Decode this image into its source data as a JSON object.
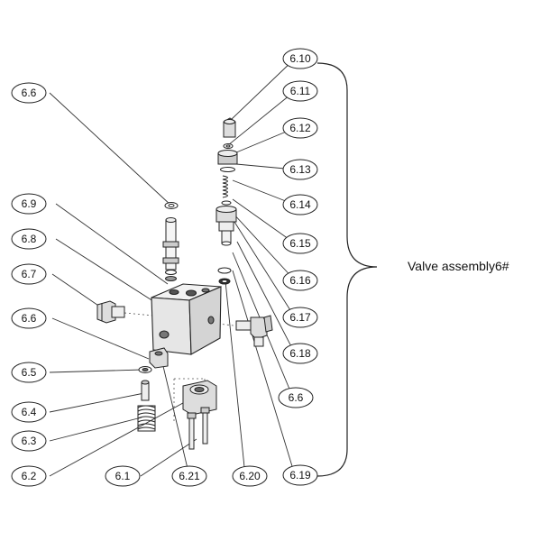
{
  "diagram": {
    "assembly_label": "Valve assembly6#",
    "callouts": [
      {
        "id": "c-6-10",
        "label": "6.10"
      },
      {
        "id": "c-6-11",
        "label": "6.11"
      },
      {
        "id": "c-6-12",
        "label": "6.12"
      },
      {
        "id": "c-6-13",
        "label": "6.13"
      },
      {
        "id": "c-6-14",
        "label": "6.14"
      },
      {
        "id": "c-6-15",
        "label": "6.15"
      },
      {
        "id": "c-6-16",
        "label": "6.16"
      },
      {
        "id": "c-6-17",
        "label": "6.17"
      },
      {
        "id": "c-6-18",
        "label": "6.18"
      },
      {
        "id": "c-6-6-right",
        "label": "6.6"
      },
      {
        "id": "c-6-19",
        "label": "6.19"
      },
      {
        "id": "c-6-20",
        "label": "6.20"
      },
      {
        "id": "c-6-21",
        "label": "6.21"
      },
      {
        "id": "c-6-1",
        "label": "6.1"
      },
      {
        "id": "c-6-2",
        "label": "6.2"
      },
      {
        "id": "c-6-3",
        "label": "6.3"
      },
      {
        "id": "c-6-4",
        "label": "6.4"
      },
      {
        "id": "c-6-5",
        "label": "6.5"
      },
      {
        "id": "c-6-6-left",
        "label": "6.6"
      },
      {
        "id": "c-6-7",
        "label": "6.7"
      },
      {
        "id": "c-6-8",
        "label": "6.8"
      },
      {
        "id": "c-6-9",
        "label": "6.9"
      },
      {
        "id": "c-6-6-top",
        "label": "6.6"
      }
    ]
  }
}
